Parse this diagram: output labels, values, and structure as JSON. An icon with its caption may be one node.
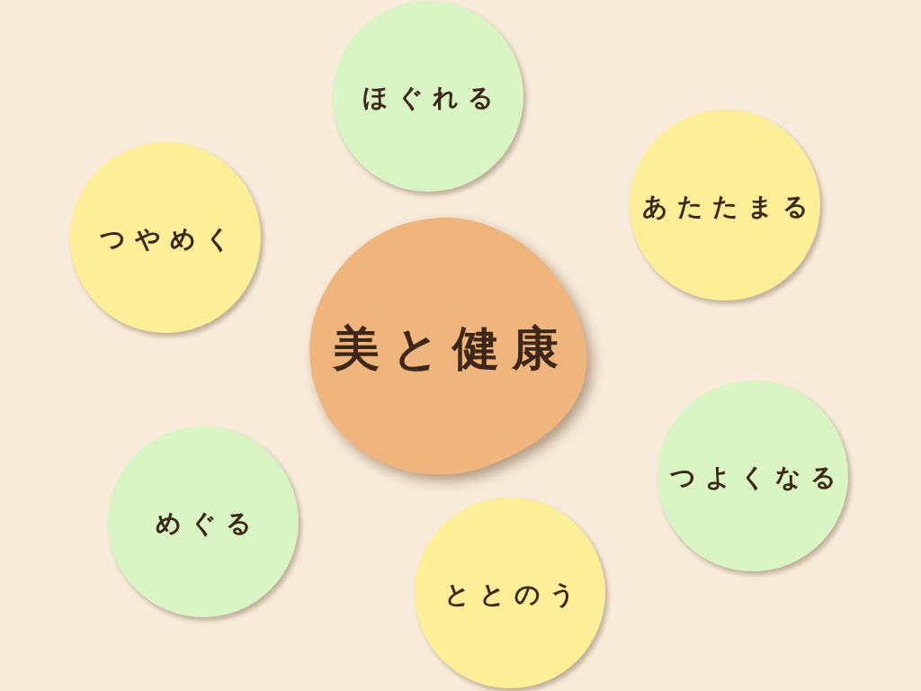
{
  "diagram": {
    "nodes": [
      {
        "text": [
          "ほぐれる"
        ]
      },
      {
        "text": [
          "あたたまる"
        ]
      },
      {
        "text": [
          "つやめく"
        ]
      },
      {
        "text": [
          "美と健康"
        ]
      },
      {
        "text": [
          "つよくなる"
        ]
      },
      {
        "text": [
          "めぐる"
        ]
      },
      {
        "text": [
          "ととのう"
        ]
      }
    ]
  }
}
